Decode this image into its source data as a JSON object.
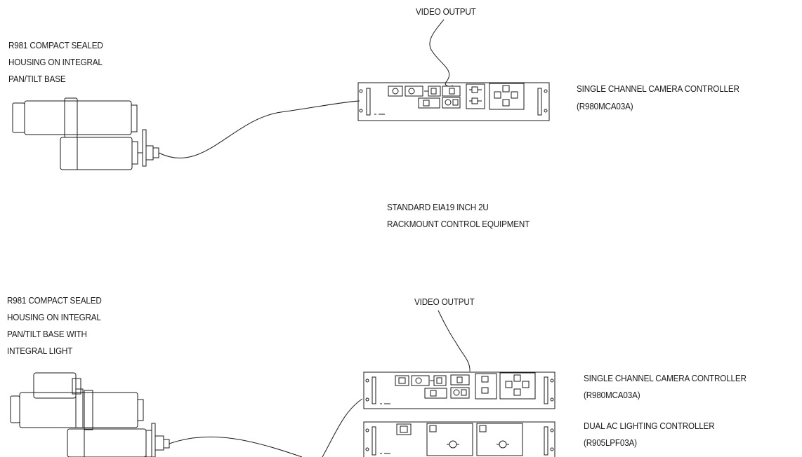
{
  "top": {
    "camera_label": [
      "R981 COMPACT SEALED",
      "HOUSING ON INTEGRAL",
      "PAN/TILT BASE"
    ],
    "video_output": "VIDEO OUTPUT",
    "controller_label": [
      "SINGLE CHANNEL CAMERA CONTROLLER",
      "(R980MCA03A)"
    ]
  },
  "middle": {
    "rack_label": [
      "STANDARD EIA19 INCH 2U",
      "RACKMOUNT CONTROL EQUIPMENT"
    ]
  },
  "bottom": {
    "camera_label": [
      "R981 COMPACT SEALED",
      "HOUSING ON INTEGRAL",
      "PAN/TILT BASE WITH",
      "INTEGRAL LIGHT"
    ],
    "video_output": "VIDEO OUTPUT",
    "controller_label": [
      "SINGLE CHANNEL CAMERA CONTROLLER",
      "(R980MCA03A)"
    ],
    "lighting_label": [
      "DUAL AC LIGHTING CONTROLLER",
      "(R905LPF03A)"
    ]
  },
  "colors": {
    "ink": "#1a1a1a",
    "background": "#ffffff"
  }
}
